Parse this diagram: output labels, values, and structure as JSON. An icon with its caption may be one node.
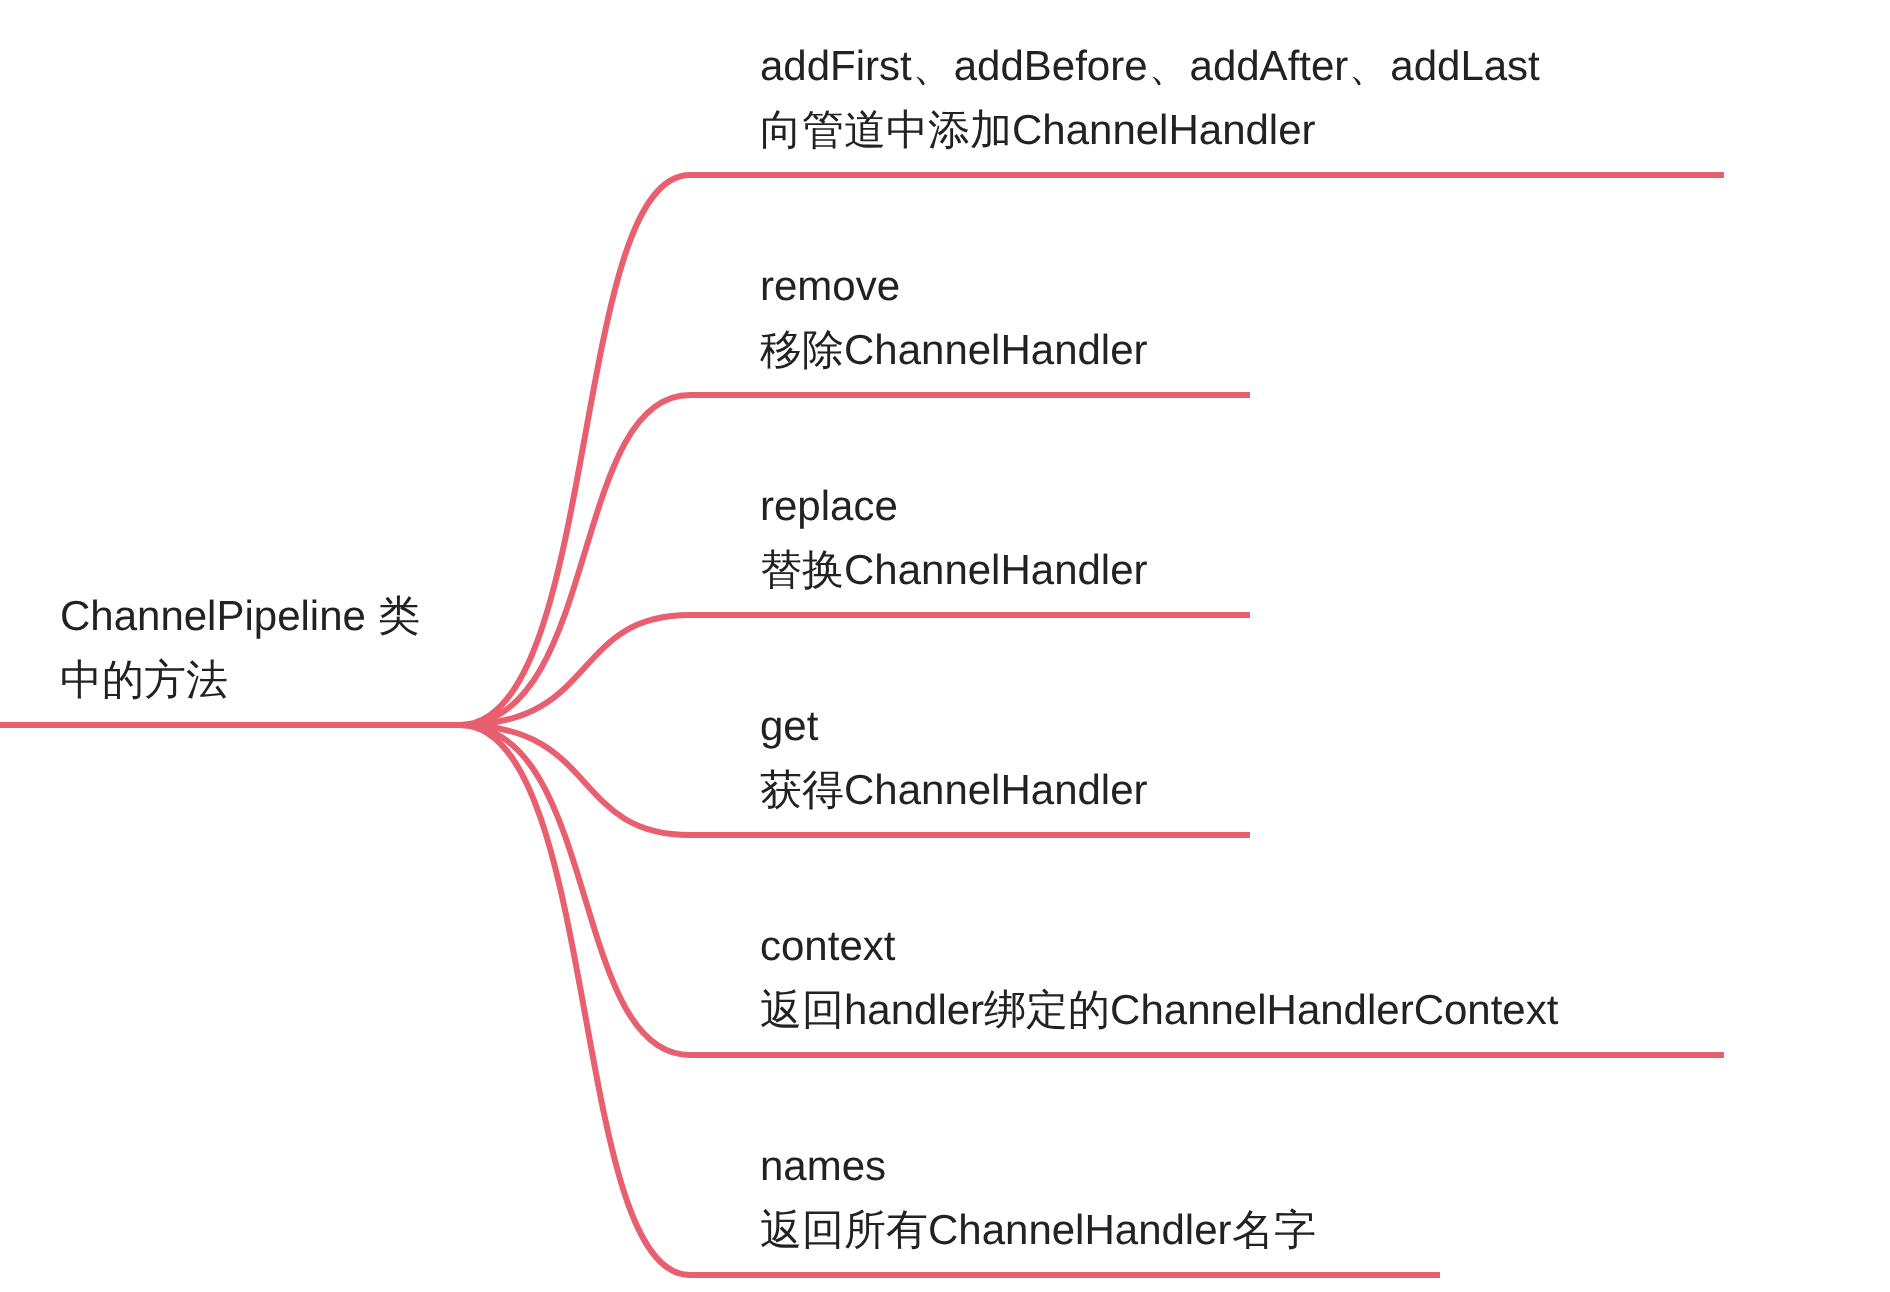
{
  "diagram": {
    "nodes": [
      {
        "text": [
          "ChannelPipeline 类中的方法"
        ]
      },
      {
        "text": [
          "addFirst、addBefore、addAfter、addLast",
          "向管道中添加ChannelHandler"
        ]
      },
      {
        "text": [
          "remove",
          "移除ChannelHandler"
        ]
      },
      {
        "text": [
          "replace",
          "替换ChannelHandler"
        ]
      },
      {
        "text": [
          "get",
          "获得ChannelHandler"
        ]
      },
      {
        "text": [
          "context",
          "返回handler绑定的ChannelHandlerContext"
        ]
      },
      {
        "text": [
          "names",
          "返回所有ChannelHandler名字"
        ]
      }
    ],
    "edges": [
      {
        "from": 0,
        "to": 1,
        "arrow": "none"
      },
      {
        "from": 0,
        "to": 2,
        "arrow": "none"
      },
      {
        "from": 0,
        "to": 3,
        "arrow": "none"
      },
      {
        "from": 0,
        "to": 4,
        "arrow": "none"
      },
      {
        "from": 0,
        "to": 5,
        "arrow": "none"
      },
      {
        "from": 0,
        "to": 6,
        "arrow": "none"
      }
    ]
  }
}
